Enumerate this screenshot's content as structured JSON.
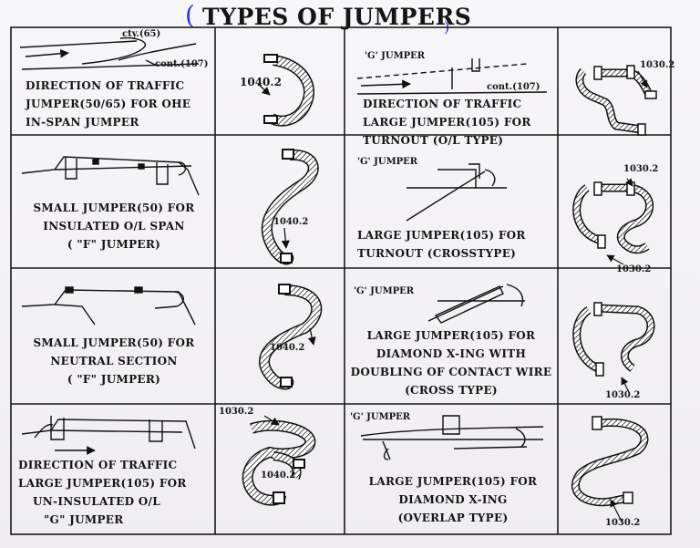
{
  "title": "TYPES OF JUMPERS",
  "cells": {
    "r1c1": {
      "line1": "DIRECTION OF TRAFFIC",
      "line2": "JUMPER(50/65) FOR OHE",
      "line3": "IN-SPAN JUMPER",
      "lbl_cty": "cty.(65)",
      "lbl_cont": "cont.(107)"
    },
    "r1c2": {
      "part_no": "1040.2"
    },
    "r1c3": {
      "g_label": "'G' JUMPER",
      "lbl_cont": "cont.(107)",
      "line1": "DIRECTION OF TRAFFIC",
      "line2": "LARGE JUMPER(105) FOR",
      "line3": "TURNOUT (O/L TYPE)"
    },
    "r1c4": {
      "part_no": "1030.2"
    },
    "r2c1": {
      "line1": "SMALL JUMPER(50) FOR",
      "line2": "INSULATED O/L SPAN",
      "line3": "( \"F\" JUMPER)"
    },
    "r2c2": {
      "part_no": "1040.2"
    },
    "r2c3": {
      "g_label": "'G' JUMPER",
      "line1": "LARGE JUMPER(105) FOR",
      "line2": "TURNOUT (CROSSTYPE)"
    },
    "r2c4": {
      "part_no_top": "1030.2",
      "part_no_bottom": "1030.2"
    },
    "r3c1": {
      "line1": "SMALL JUMPER(50) FOR",
      "line2": "NEUTRAL SECTION",
      "line3": "( \"F\" JUMPER)"
    },
    "r3c2": {
      "part_no": "1040.2"
    },
    "r3c3": {
      "g_label": "'G' JUMPER",
      "line1": "LARGE JUMPER(105) FOR",
      "line2": "DIAMOND X-ING WITH",
      "line3": "DOUBLING OF CONTACT WIRE",
      "line4": "(CROSS TYPE)"
    },
    "r3c4": {
      "part_no": "1030.2"
    },
    "r4c1": {
      "line1": "DIRECTION OF TRAFFIC",
      "line2": "LARGE JUMPER(105) FOR",
      "line3": "UN-INSULATED O/L",
      "line4": "\"G\"   JUMPER"
    },
    "r4c2": {
      "part_no_top": "1030.2",
      "part_no_mid": "1040.2"
    },
    "r4c3": {
      "g_label": "'G' JUMPER",
      "line1": "LARGE JUMPER(105) FOR",
      "line2": "DIAMOND  X-ING",
      "line3": "(OVERLAP TYPE)"
    },
    "r4c4": {
      "part_no": "1030.2"
    }
  }
}
